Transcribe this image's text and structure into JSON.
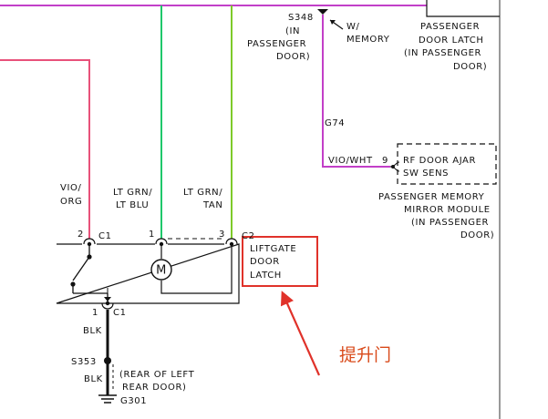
{
  "labels": {
    "splice_s348": "S348",
    "s348_loc_1": "(IN",
    "s348_loc_2": "PASSENGER",
    "s348_loc_3": "DOOR)",
    "w_memory_1": "W/",
    "w_memory_2": "MEMORY",
    "pdl_1": "PASSENGER",
    "pdl_2": "DOOR LATCH",
    "pdl_3": "(IN PASSENGER",
    "pdl_4": "DOOR)",
    "g74": "G74",
    "vio_wht": "VIO/WHT",
    "pin9": "9",
    "rf_ajar_1": "RF DOOR AJAR",
    "rf_ajar_2": "SW SENS",
    "pmm_1": "PASSENGER MEMORY",
    "pmm_2": "MIRROR MODULE",
    "pmm_3": "(IN PASSENGER",
    "pmm_4": "DOOR)",
    "vio_org_1": "VIO/",
    "vio_org_2": "ORG",
    "ltgrn_ltblu_1": "LT GRN/",
    "ltgrn_ltblu_2": "LT BLU",
    "ltgrn_tan_1": "LT GRN/",
    "ltgrn_tan_2": "TAN",
    "pin2": "2",
    "c1_top": "C1",
    "pin1_top": "1",
    "pin3": "3",
    "c2": "C2",
    "lg_1": "LIFTGATE",
    "lg_2": "DOOR",
    "lg_3": "LATCH",
    "motor": "M",
    "pin1_bot": "1",
    "c1_bot": "C1",
    "blk_1": "BLK",
    "splice_s353": "S353",
    "blk_2": "BLK",
    "rear_door_1": "(REAR OF LEFT",
    "rear_door_2": "REAR DOOR)",
    "ground": "G301",
    "annotation": "提升门"
  },
  "colors": {
    "violet": "#c23fc8",
    "pink": "#e8517a",
    "green": "#1fc86a",
    "lime": "#7ecb2a",
    "black": "#111111",
    "highlight": "#e0322a"
  }
}
